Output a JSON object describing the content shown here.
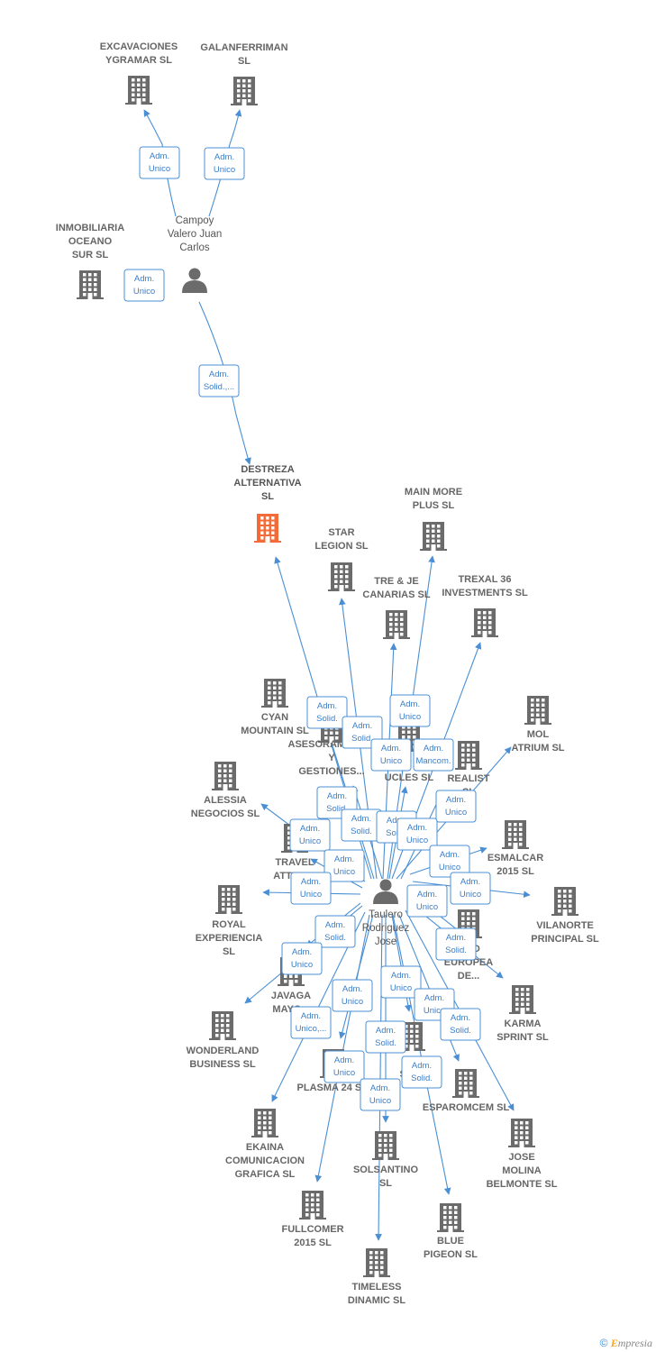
{
  "copyright": {
    "symbol": "©",
    "brand_initial": "E",
    "brand_rest": "mpresia"
  },
  "colors": {
    "company": "#6b6b6b",
    "focus": "#f26b38",
    "edge": "#4a8fd4",
    "role_text": "#3a7ec8"
  },
  "persons": [
    {
      "id": "campoy",
      "name": [
        "Campoy",
        "Valero Juan",
        "Carlos"
      ]
    },
    {
      "id": "taulero",
      "name": [
        "Taulero",
        "Rodriguez",
        "Jose"
      ]
    }
  ],
  "companies": [
    {
      "id": "excavaciones",
      "name": [
        "EXCAVACIONES",
        "YGRAMAR SL"
      ]
    },
    {
      "id": "galanferriman",
      "name": [
        "GALANFERRIMAN",
        "SL"
      ]
    },
    {
      "id": "inmobiliaria",
      "name": [
        "INMOBILIARIA",
        "OCEANO",
        "SUR SL"
      ]
    },
    {
      "id": "destreza",
      "name": [
        "DESTREZA",
        "ALTERNATIVA",
        "SL"
      ],
      "focus": true
    },
    {
      "id": "mainmore",
      "name": [
        "MAIN MORE",
        "PLUS SL"
      ]
    },
    {
      "id": "starlegion",
      "name": [
        "STAR",
        "LEGION SL"
      ]
    },
    {
      "id": "treje",
      "name": [
        "TRE & JE",
        "CANARIAS SL"
      ]
    },
    {
      "id": "trexal",
      "name": [
        "TREXAL 36",
        "INVESTMENTS SL"
      ]
    },
    {
      "id": "cyan",
      "name": [
        "CYAN",
        "MOUNTAIN SL"
      ]
    },
    {
      "id": "asesoramiento",
      "name": [
        "ASESORAMIENTO",
        "Y",
        "GESTIONES..."
      ]
    },
    {
      "id": "ucles",
      "name": [
        "UCLES SL"
      ]
    },
    {
      "id": "realist",
      "name": [
        "REALIST",
        "SL"
      ]
    },
    {
      "id": "mol",
      "name": [
        "MOL",
        "ATRIUM SL"
      ]
    },
    {
      "id": "alessia",
      "name": [
        "ALESSIA",
        "NEGOCIOS SL"
      ]
    },
    {
      "id": "esmalcar",
      "name": [
        "ESMALCAR",
        "2015 SL"
      ]
    },
    {
      "id": "travel",
      "name": [
        "TRAVEL",
        "ATTITU..."
      ]
    },
    {
      "id": "royal",
      "name": [
        "ROYAL",
        "EXPERIENCIA",
        "SL"
      ]
    },
    {
      "id": "vilanorte",
      "name": [
        "VILANORTE",
        "PRINCIPAL SL"
      ]
    },
    {
      "id": "europea",
      "name": [
        "...NO",
        "EUROPEA",
        "DE..."
      ]
    },
    {
      "id": "javaga",
      "name": [
        "JAVAGA",
        "MAYO..."
      ]
    },
    {
      "id": "karma",
      "name": [
        "KARMA",
        "SPRINT SL"
      ]
    },
    {
      "id": "wonderland",
      "name": [
        "WONDERLAND",
        "BUSINESS SL"
      ]
    },
    {
      "id": "inspi",
      "name": [
        "IN...",
        "SPI..."
      ]
    },
    {
      "id": "plasma",
      "name": [
        "PLASMA 24 S..."
      ]
    },
    {
      "id": "esparomcem",
      "name": [
        "ESPAROMCEM SL"
      ]
    },
    {
      "id": "ekaina",
      "name": [
        "EKAINA",
        "COMUNICACION",
        "GRAFICA SL"
      ]
    },
    {
      "id": "solsantino",
      "name": [
        "SOLSANTINO",
        "SL"
      ]
    },
    {
      "id": "josemolina",
      "name": [
        "JOSE",
        "MOLINA",
        "BELMONTE SL"
      ]
    },
    {
      "id": "fullcomer",
      "name": [
        "FULLCOMER",
        "2015 SL"
      ]
    },
    {
      "id": "bluepigeon",
      "name": [
        "BLUE",
        "PIGEON SL"
      ]
    },
    {
      "id": "timeless",
      "name": [
        "TIMELESS",
        "DINAMIC SL"
      ]
    }
  ],
  "roles": [
    {
      "id": "r1",
      "text": [
        "Adm.",
        "Unico"
      ]
    },
    {
      "id": "r2",
      "text": [
        "Adm.",
        "Unico"
      ]
    },
    {
      "id": "r3",
      "text": [
        "Adm.",
        "Unico"
      ]
    },
    {
      "id": "r4",
      "text": [
        "Adm.",
        "Solid.,..."
      ]
    },
    {
      "id": "r5",
      "text": [
        "Adm.",
        "Solid."
      ]
    },
    {
      "id": "r6",
      "text": [
        "Adm.",
        "Solid."
      ]
    },
    {
      "id": "r7",
      "text": [
        "Adm.",
        "Unico"
      ]
    },
    {
      "id": "r8",
      "text": [
        "Adm.",
        "Unico"
      ]
    },
    {
      "id": "r9",
      "text": [
        "Adm.",
        "Mancom."
      ]
    },
    {
      "id": "r10",
      "text": [
        "Adm.",
        "Solid."
      ]
    },
    {
      "id": "r11",
      "text": [
        "Adm.",
        "Unico"
      ]
    },
    {
      "id": "r12",
      "text": [
        "Adm.",
        "Solid."
      ]
    },
    {
      "id": "r13",
      "text": [
        "Adm.",
        "Solid."
      ]
    },
    {
      "id": "r14",
      "text": [
        "Adm.",
        "Unico"
      ]
    },
    {
      "id": "r15",
      "text": [
        "Adm.",
        "Unico"
      ]
    },
    {
      "id": "r16",
      "text": [
        "Adm.",
        "Unico"
      ]
    },
    {
      "id": "r17",
      "text": [
        "Adm.",
        "Unico"
      ]
    },
    {
      "id": "r18",
      "text": [
        "Adm.",
        "Unico"
      ]
    },
    {
      "id": "r19",
      "text": [
        "Adm.",
        "Unico"
      ]
    },
    {
      "id": "r20",
      "text": [
        "Adm.",
        "Unico"
      ]
    },
    {
      "id": "r21",
      "text": [
        "Adm.",
        "Solid."
      ]
    },
    {
      "id": "r22",
      "text": [
        "Adm.",
        "Solid."
      ]
    },
    {
      "id": "r23",
      "text": [
        "Adm.",
        "Unico"
      ]
    },
    {
      "id": "r24",
      "text": [
        "Adm.",
        "Unico"
      ]
    },
    {
      "id": "r25",
      "text": [
        "Adm.",
        "Unico"
      ]
    },
    {
      "id": "r26",
      "text": [
        "Adm.",
        "Unico,..."
      ]
    },
    {
      "id": "r27",
      "text": [
        "Adm.",
        "Unico"
      ]
    },
    {
      "id": "r28",
      "text": [
        "Adm.",
        "Solid."
      ]
    },
    {
      "id": "r29",
      "text": [
        "Adm.",
        "Solid."
      ]
    },
    {
      "id": "r30",
      "text": [
        "Adm.",
        "Unico"
      ]
    },
    {
      "id": "r31",
      "text": [
        "Adm.",
        "Solid."
      ]
    },
    {
      "id": "r32",
      "text": [
        "Adm.",
        "Unico"
      ]
    },
    {
      "id": "r33",
      "text": [
        "Adm.",
        "Unico"
      ]
    }
  ]
}
